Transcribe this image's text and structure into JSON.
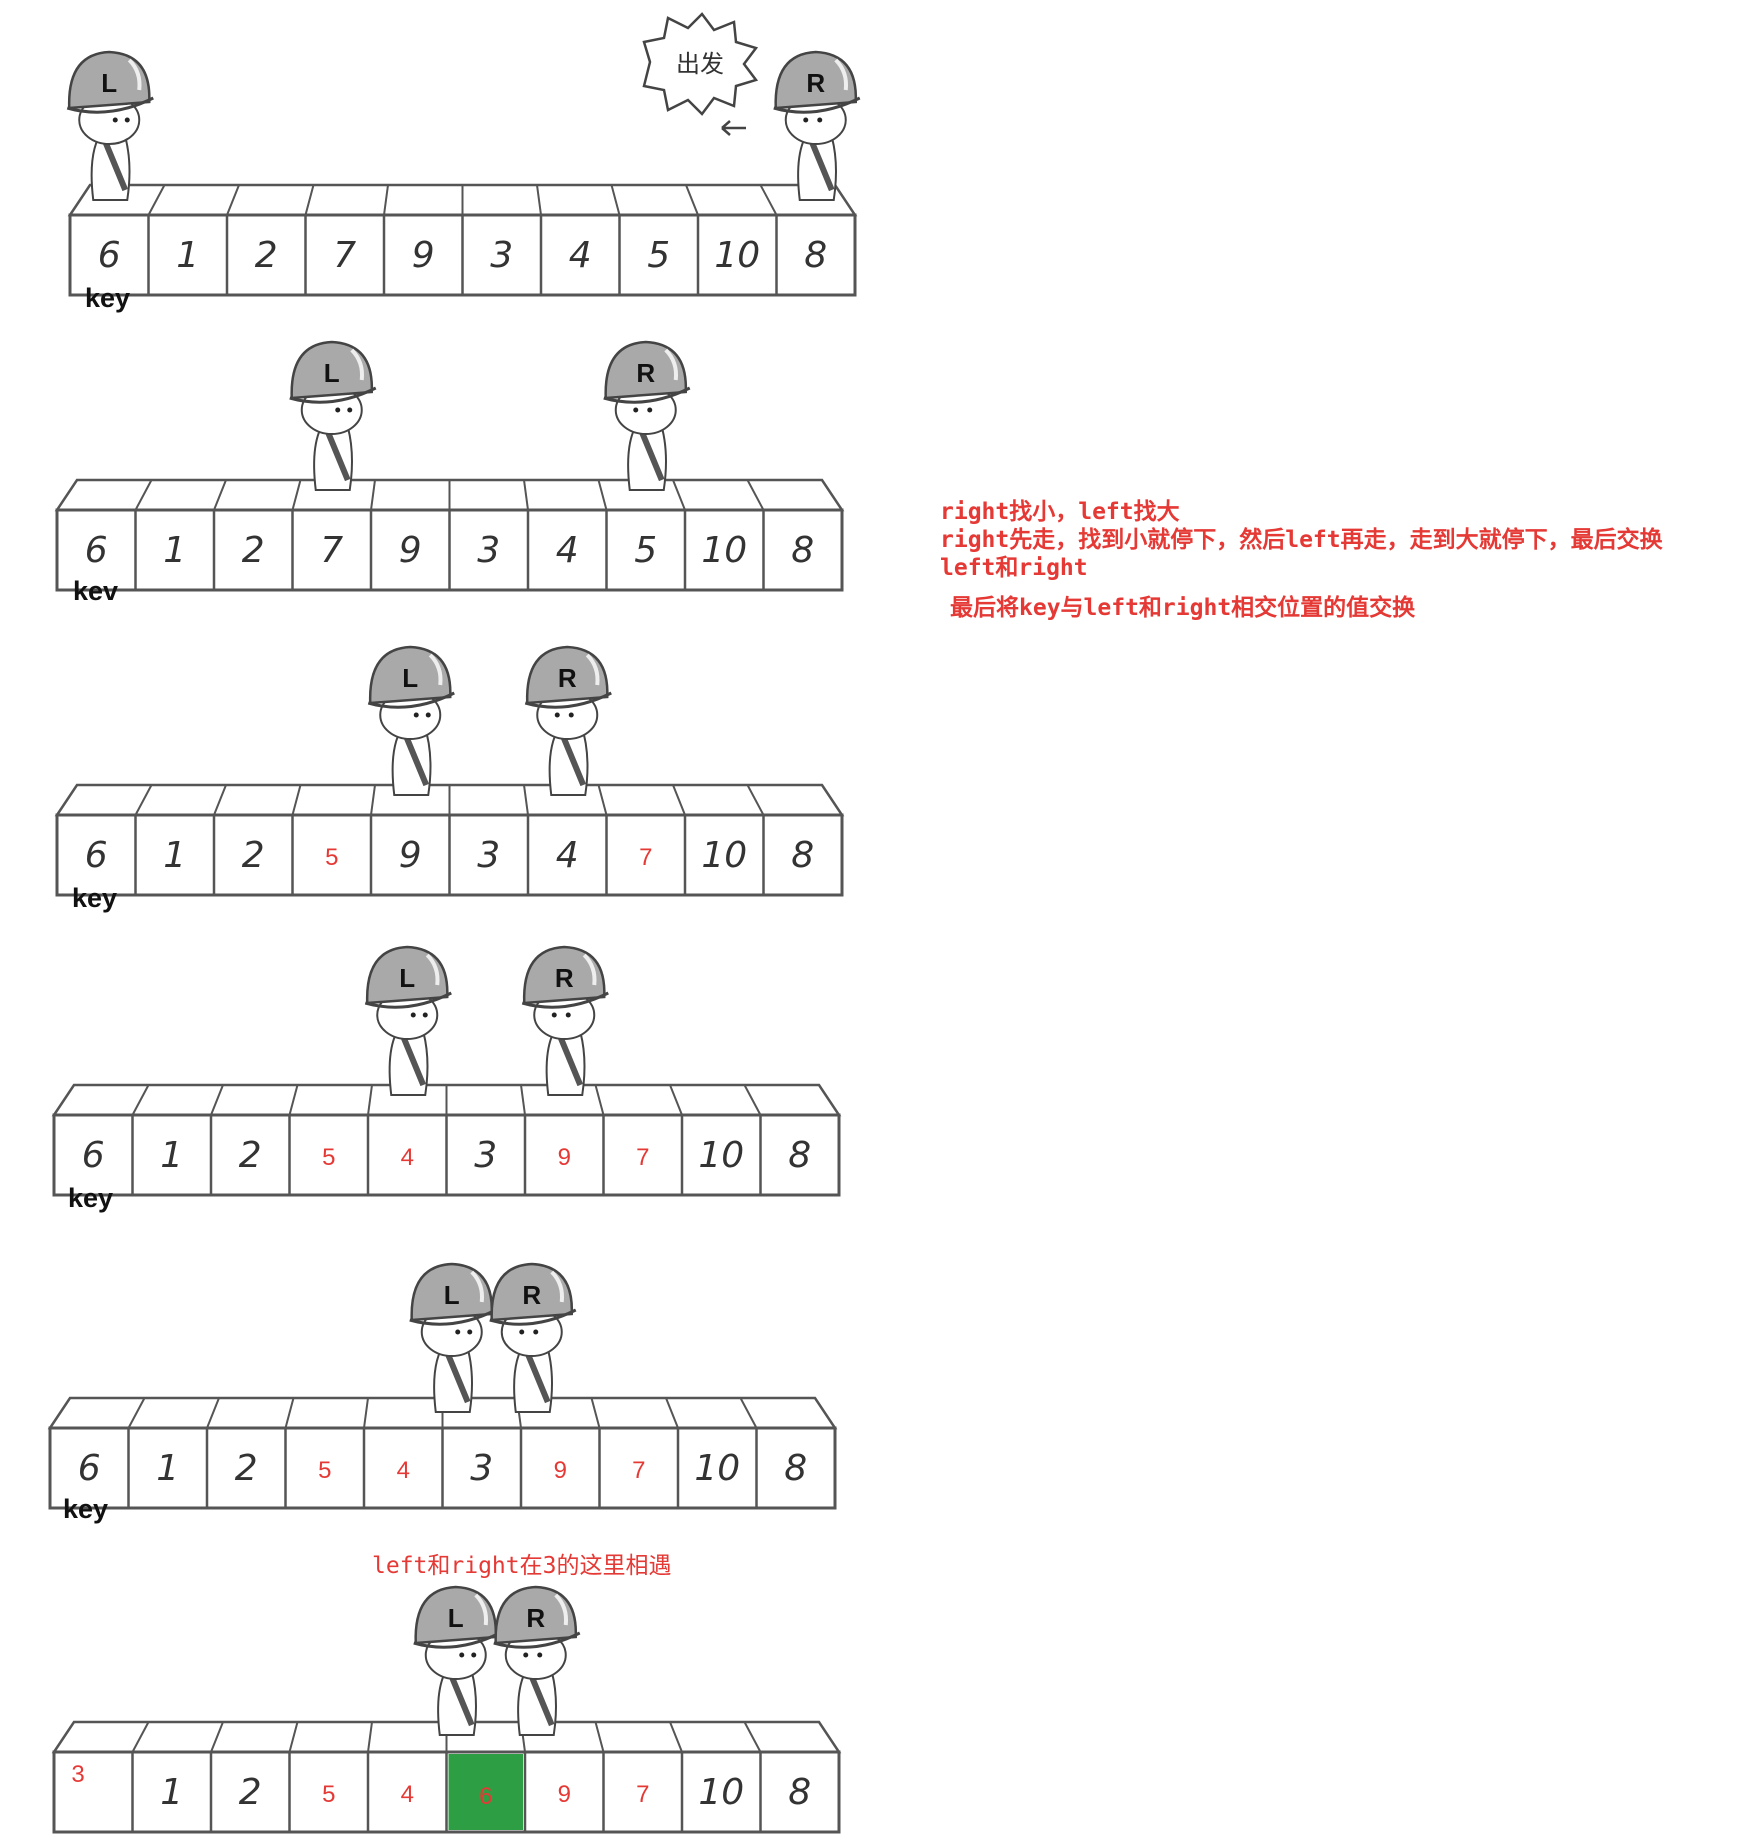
{
  "notes": {
    "line1": "right找小，left找大",
    "line2": "right先走，找到小就停下，然后left再走，走到大就停下，最后交换",
    "line3": "left和right",
    "line4": "最后将key与left和right相交位置的值交换"
  },
  "shout_text": "出发",
  "meet_note": "left和right在3的这里相遇",
  "pointer_left": "L",
  "pointer_right": "R",
  "stages": [
    {
      "key_label": "key",
      "cells": [
        {
          "v": "6",
          "s": "hand"
        },
        {
          "v": "1",
          "s": "hand"
        },
        {
          "v": "2",
          "s": "hand"
        },
        {
          "v": "7",
          "s": "hand"
        },
        {
          "v": "9",
          "s": "hand"
        },
        {
          "v": "3",
          "s": "hand"
        },
        {
          "v": "4",
          "s": "hand"
        },
        {
          "v": "5",
          "s": "hand"
        },
        {
          "v": "10",
          "s": "hand"
        },
        {
          "v": "8",
          "s": "hand"
        }
      ],
      "left_at": 0,
      "right_at": 9
    },
    {
      "key_label": "kev",
      "cells": [
        {
          "v": "6",
          "s": "hand"
        },
        {
          "v": "1",
          "s": "hand"
        },
        {
          "v": "2",
          "s": "hand"
        },
        {
          "v": "7",
          "s": "hand"
        },
        {
          "v": "9",
          "s": "hand"
        },
        {
          "v": "3",
          "s": "hand"
        },
        {
          "v": "4",
          "s": "hand"
        },
        {
          "v": "5",
          "s": "hand"
        },
        {
          "v": "10",
          "s": "hand"
        },
        {
          "v": "8",
          "s": "hand"
        }
      ],
      "left_at": 3,
      "right_at": 7
    },
    {
      "key_label": "key",
      "cells": [
        {
          "v": "6",
          "s": "hand"
        },
        {
          "v": "1",
          "s": "hand"
        },
        {
          "v": "2",
          "s": "hand"
        },
        {
          "v": "5",
          "s": "red"
        },
        {
          "v": "9",
          "s": "hand"
        },
        {
          "v": "3",
          "s": "hand"
        },
        {
          "v": "4",
          "s": "hand"
        },
        {
          "v": "7",
          "s": "red"
        },
        {
          "v": "10",
          "s": "hand"
        },
        {
          "v": "8",
          "s": "hand"
        }
      ],
      "left_at": 4,
      "right_at": 6
    },
    {
      "key_label": "key",
      "cells": [
        {
          "v": "6",
          "s": "hand"
        },
        {
          "v": "1",
          "s": "hand"
        },
        {
          "v": "2",
          "s": "hand"
        },
        {
          "v": "5",
          "s": "red"
        },
        {
          "v": "4",
          "s": "red"
        },
        {
          "v": "3",
          "s": "hand"
        },
        {
          "v": "9",
          "s": "red"
        },
        {
          "v": "7",
          "s": "red"
        },
        {
          "v": "10",
          "s": "hand"
        },
        {
          "v": "8",
          "s": "hand"
        }
      ],
      "left_at": 4,
      "right_at": 6
    },
    {
      "key_label": "key",
      "cells": [
        {
          "v": "6",
          "s": "hand"
        },
        {
          "v": "1",
          "s": "hand"
        },
        {
          "v": "2",
          "s": "hand"
        },
        {
          "v": "5",
          "s": "red"
        },
        {
          "v": "4",
          "s": "red"
        },
        {
          "v": "3",
          "s": "hand"
        },
        {
          "v": "9",
          "s": "red"
        },
        {
          "v": "7",
          "s": "red"
        },
        {
          "v": "10",
          "s": "hand"
        },
        {
          "v": "8",
          "s": "hand"
        }
      ],
      "left_at": 5,
      "right_at": 5
    },
    {
      "key_label": "",
      "cells": [
        {
          "v": "3",
          "s": "red-corner"
        },
        {
          "v": "1",
          "s": "hand"
        },
        {
          "v": "2",
          "s": "hand"
        },
        {
          "v": "5",
          "s": "red"
        },
        {
          "v": "4",
          "s": "red"
        },
        {
          "v": "6",
          "s": "highlight"
        },
        {
          "v": "9",
          "s": "red"
        },
        {
          "v": "7",
          "s": "red"
        },
        {
          "v": "10",
          "s": "hand"
        },
        {
          "v": "8",
          "s": "hand"
        }
      ],
      "left_at": 5,
      "right_at": 5
    }
  ],
  "colors": {
    "note_red": "#e53935",
    "highlight_green": "#2e9e44",
    "helmet_gray": "#a9a9a9",
    "box_stroke": "#555555"
  }
}
